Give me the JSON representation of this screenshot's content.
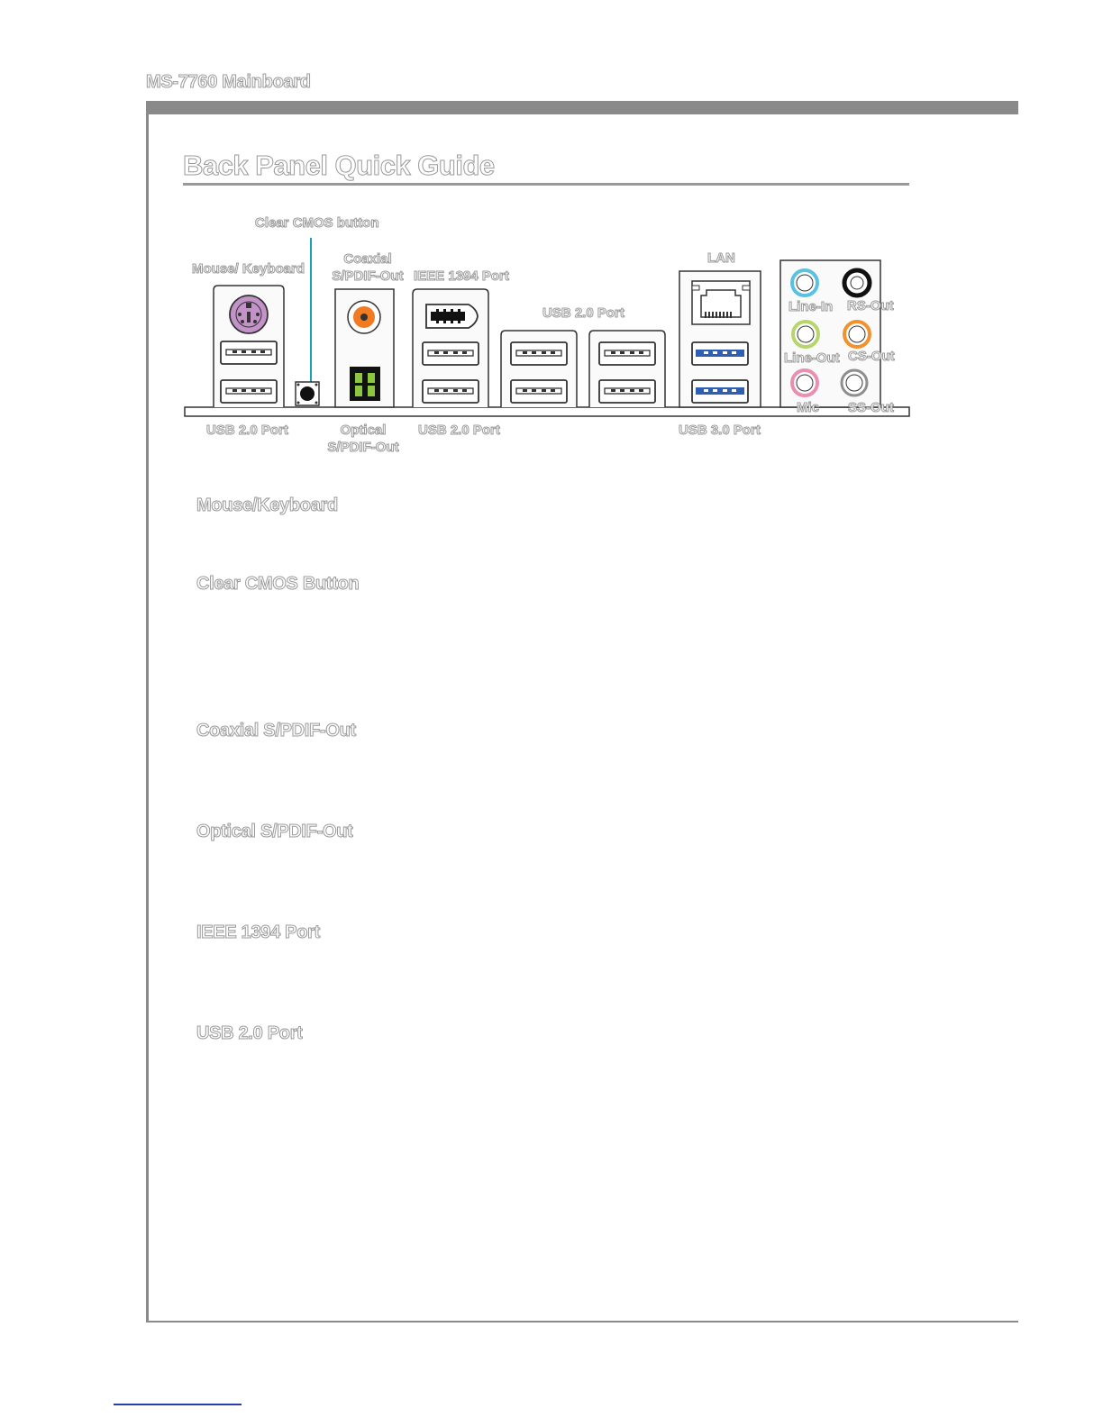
{
  "header": {
    "title": "MS-7760 Mainboard"
  },
  "page": {
    "title": "Back Panel Quick Guide"
  },
  "diagram": {
    "callouts": {
      "clear_cmos": "Clear CMOS button",
      "mouse_keyboard": "Mouse/ Keyboard",
      "coaxial_line1": "Coaxial",
      "coaxial_line2": "S/PDIF-Out",
      "ieee1394": "IEEE 1394 Port",
      "usb20_top": "USB 2.0 Port",
      "lan": "LAN",
      "line_in": "Line-In",
      "rs_out": "RS-Out",
      "line_out": "Line-Out",
      "cs_out": "CS-Out",
      "mic": "Mic",
      "ss_out": "SS-Out",
      "usb20_left": "USB 2.0 Port",
      "optical_line1": "Optical",
      "optical_line2": "S/PDIF-Out",
      "usb20_mid": "USB 2.0 Port",
      "usb30": "USB 3.0 Port"
    },
    "colors": {
      "ps2_purple": "#c392c8",
      "coaxial_orange": "#f07b22",
      "optical_green": "#8dc63f",
      "usb3_blue": "#2f5fb3",
      "line_in_blue": "#5bc1e1",
      "rs_out_black": "#111111",
      "line_out_green": "#b7d56b",
      "cs_out_orange": "#f0932e",
      "mic_pink": "#eb8fb2",
      "ss_out_gray": "#8e8e8e",
      "cmos_pointer": "#1aa0b4"
    }
  },
  "sections": [
    {
      "id": "mouse-keyboard",
      "heading": "Mouse/Keyboard"
    },
    {
      "id": "clear-cmos",
      "heading": "Clear CMOS Button"
    },
    {
      "id": "coaxial",
      "heading": "Coaxial S/PDIF-Out"
    },
    {
      "id": "optical",
      "heading": "Optical S/PDIF-Out"
    },
    {
      "id": "ieee1394",
      "heading": "IEEE 1394 Port"
    },
    {
      "id": "usb20",
      "heading": "USB 2.0 Port"
    }
  ]
}
